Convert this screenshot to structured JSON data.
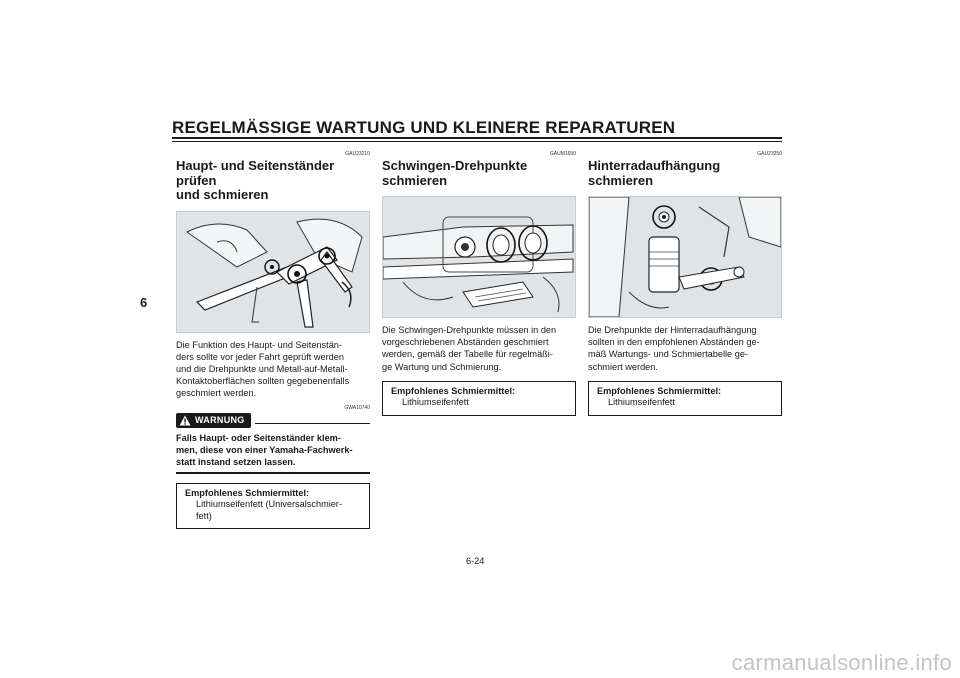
{
  "header": {
    "title": "REGELMÄSSIGE WARTUNG UND KLEINERE REPARATUREN"
  },
  "chapter_tab": "6",
  "sections": [
    {
      "code": "GAU23210",
      "heading_lines": [
        "Haupt- und Seitenständer prüfen",
        "und schmieren"
      ],
      "body_lines": [
        "Die Funktion des Haupt- und Seitenstän-",
        "ders sollte vor jeder Fahrt geprüft werden",
        "und die Drehpunkte und Metall-auf-Metall-",
        "Kontaktoberflächen sollten gegebenenfalls",
        "geschmiert werden."
      ],
      "warning": {
        "code": "GWA10740",
        "label": "WARNUNG",
        "text_lines": [
          "Falls Haupt- oder Seitenständer klem-",
          "men, diese von einer Yamaha-Fachwerk-",
          "statt instand setzen lassen."
        ]
      },
      "lubricant": {
        "title": "Empfohlenes Schmiermittel:",
        "value_lines": [
          "Lithiumseifenfett (Universalschmier-",
          "fett)"
        ]
      }
    },
    {
      "code": "GAUM1650",
      "heading_lines": [
        "Schwingen-Drehpunkte",
        "schmieren"
      ],
      "body_lines": [
        "Die Schwingen-Drehpunkte müssen in den",
        "vorgeschriebenen Abständen geschmiert",
        "werden, gemäß der Tabelle für regelmäßi-",
        "ge Wartung und Schmierung."
      ],
      "lubricant": {
        "title": "Empfohlenes Schmiermittel:",
        "value_lines": [
          "Lithiumseifenfett"
        ]
      }
    },
    {
      "code": "GAU23250",
      "heading_lines": [
        "Hinterradaufhängung schmieren"
      ],
      "body_lines": [
        "Die Drehpunkte der Hinterradaufhängung",
        "sollten in den empfohlenen Abständen ge-",
        "mäß Wartungs- und Schmiertabelle ge-",
        "schmiert werden."
      ],
      "lubricant": {
        "title": "Empfohlenes Schmiermittel:",
        "value_lines": [
          "Lithiumseifenfett"
        ]
      }
    }
  ],
  "page_number": "6-24",
  "watermark": "carmanualsonline.info"
}
